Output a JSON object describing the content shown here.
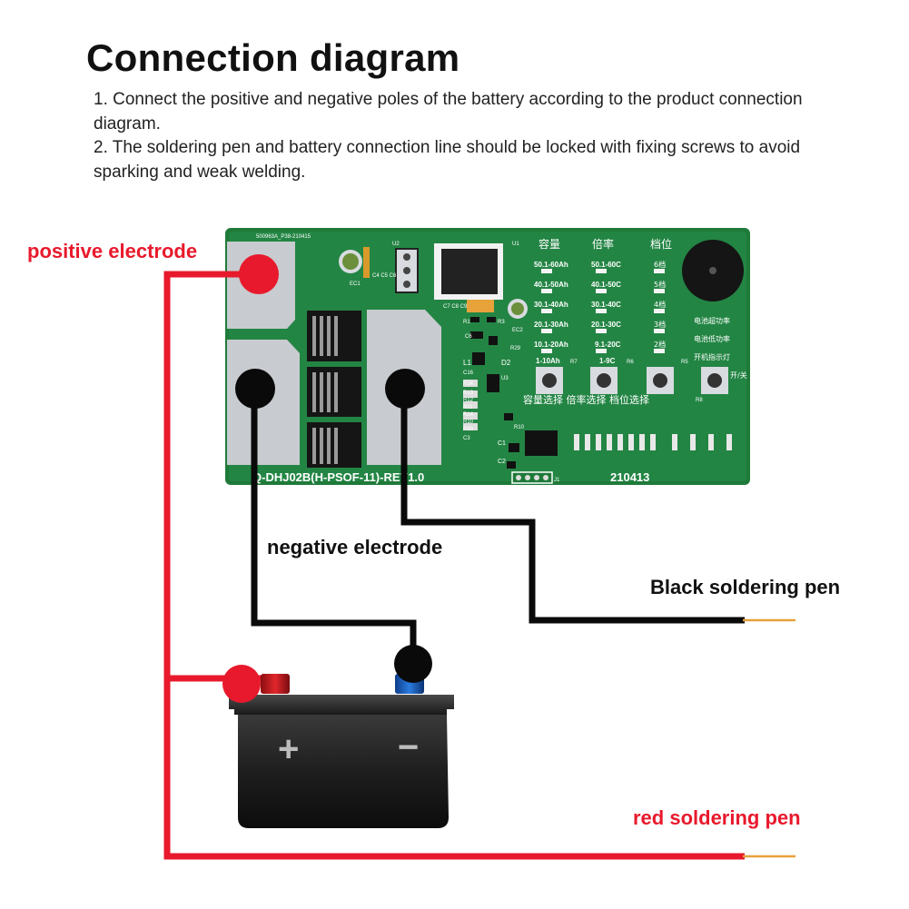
{
  "heading": "Connection diagram",
  "instructions": {
    "step1": "1. Connect the positive and negative poles of the battery according to the product connection diagram.",
    "step2": "2. The soldering pen and battery connection line should be locked with fixing screws to avoid sparking and weak welding."
  },
  "labels": {
    "positive_electrode": "positive electrode",
    "negative_electrode": "negative electrode",
    "black_soldering_pen": "Black soldering pen",
    "red_soldering_pen": "red soldering pen"
  },
  "battery": {
    "plus": "+",
    "minus": "−"
  },
  "board": {
    "model": "Q-DHJ02B(H-PSOF-11)-REV1.0",
    "date": "210413",
    "top_code": "500963A_P38-210415",
    "headers": [
      "容量",
      "倍率",
      "档位"
    ],
    "capacity_rows": [
      "50.1-60Ah",
      "40.1-50Ah",
      "30.1-40Ah",
      "20.1-30Ah",
      "10.1-20Ah",
      "1-10Ah"
    ],
    "rate_rows": [
      "50.1-60C",
      "40.1-50C",
      "30.1-40C",
      "20.1-30C",
      "9.1-20C",
      "1-9C"
    ],
    "gear_rows": [
      "6档",
      "5档",
      "4档",
      "3档",
      "2档"
    ],
    "status_rows": [
      "电池超功率",
      "电池低功率",
      "开机指示灯",
      "开/关"
    ],
    "button_labels": "容量选择 倍率选择 档位选择",
    "components": [
      "U2",
      "EC1",
      "C4 C5 C6",
      "U1",
      "C7 C8 C9",
      "EC2",
      "R1",
      "R3",
      "C6",
      "R29",
      "L1",
      "D2",
      "U3",
      "C16",
      "R34",
      "R13",
      "R12",
      "R11",
      "R14",
      "R10",
      "R30",
      "C3",
      "R10",
      "C1",
      "C2",
      "R7",
      "R6",
      "R5",
      "R8",
      "J1"
    ]
  },
  "colors": {
    "red_wire": "#e8192c",
    "black_wire": "#0a0a0a",
    "pcb_green": "#1f7a3a",
    "pad_grey": "#c8cbcf",
    "copper": "#e8a23a"
  }
}
